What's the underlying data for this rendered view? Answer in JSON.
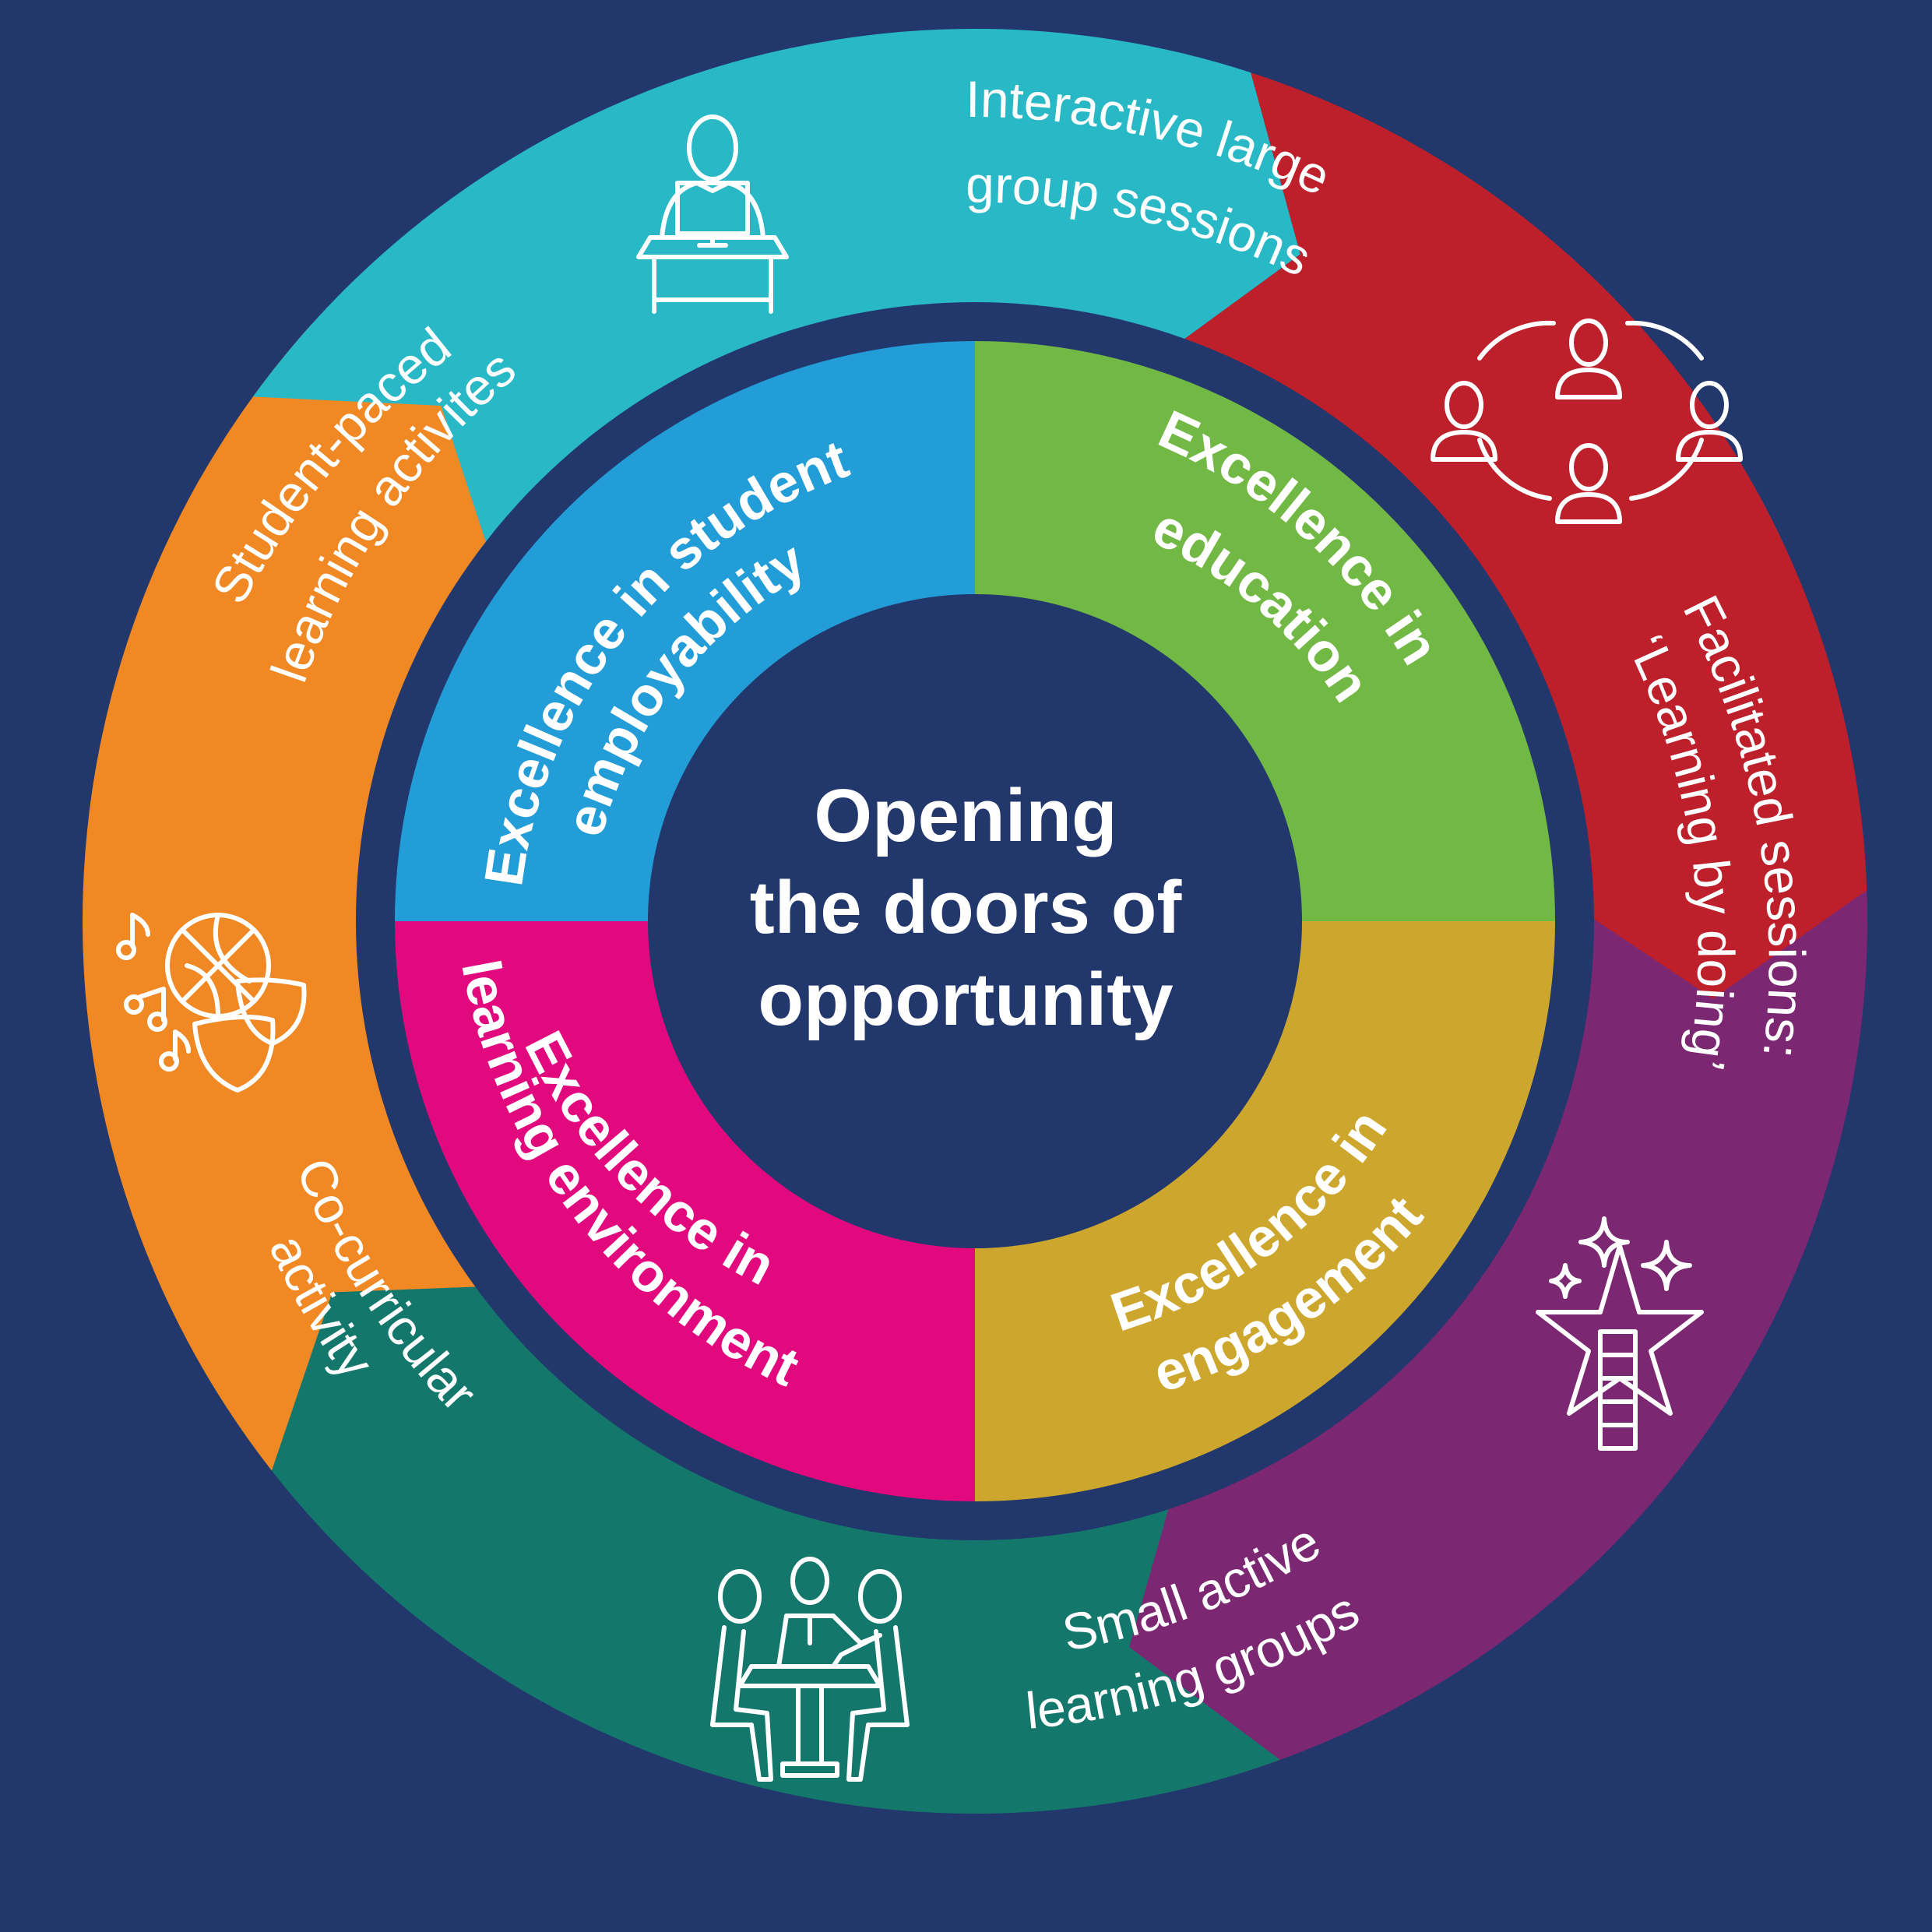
{
  "title": "Opening the doors of opportunity",
  "center": {
    "lines": [
      "Opening",
      "the doors of",
      "opportunity"
    ],
    "color": "#22376b"
  },
  "background_color": "#22376b",
  "inner_quadrants": [
    {
      "id": "employability",
      "lines": [
        "Excellence in student",
        "employability"
      ],
      "color": "#239dd8"
    },
    {
      "id": "education",
      "lines": [
        "Excellence in",
        "education"
      ],
      "color": "#72b844"
    },
    {
      "id": "engagement",
      "lines": [
        "Excellence in",
        "engagement"
      ],
      "color": "#cda72d"
    },
    {
      "id": "learning-environment",
      "lines": [
        "Excellence in",
        "learning environment"
      ],
      "color": "#e2097f"
    }
  ],
  "outer_segments": [
    {
      "id": "interactive-large-group",
      "lines": [
        "Interactive large",
        "group sessions"
      ],
      "color": "#bd202a",
      "icon": "group-circle-icon"
    },
    {
      "id": "facilitated-sessions",
      "lines": [
        "Facilitated sessions:",
        "‘Learning by doing’"
      ],
      "color": "#7b2772",
      "icon": "star-ladder-icon"
    },
    {
      "id": "small-active-groups",
      "lines": [
        "Small active",
        "learning groups"
      ],
      "color": "#13776b",
      "icon": "meeting-table-icon"
    },
    {
      "id": "co-curricular",
      "lines": [
        "Co-curricular",
        "activity"
      ],
      "color": "#f08824",
      "icon": "music-sport-theatre-icon"
    },
    {
      "id": "student-paced",
      "lines": [
        "Student-paced",
        "learning activites"
      ],
      "color": "#29b8c6",
      "icon": "student-desk-computer-icon"
    }
  ]
}
